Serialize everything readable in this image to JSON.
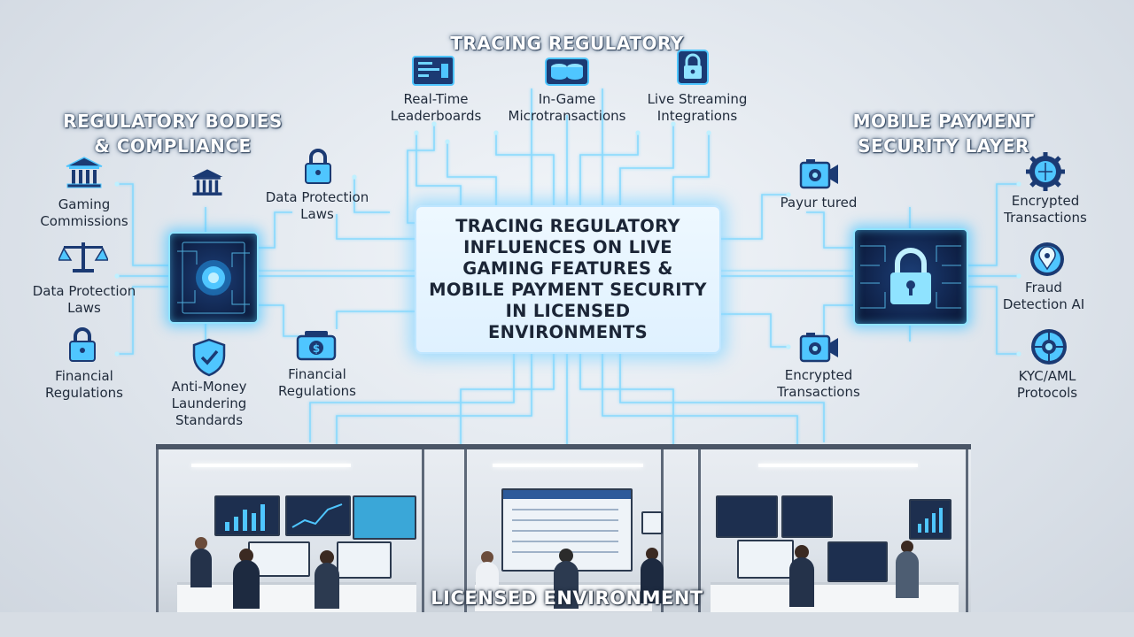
{
  "headers": {
    "top": "TRACING REGULATORY",
    "left": "REGULATORY BODIES & COMPLIANCE",
    "right": "MOBILE PAYMENT SECURITY LAYER"
  },
  "center_title": "TRACING REGULATORY INFLUENCES ON LIVE GAMING FEATURES & MOBILE PAYMENT SECURITY IN LICENSED ENVIRONMENTS",
  "top_items": [
    {
      "label": "Real-Time Leaderboards",
      "icon": "dashboard-icon"
    },
    {
      "label": "In-Game Microtransactions",
      "icon": "coins-icon"
    },
    {
      "label": "Live Streaming Integrations",
      "icon": "lock-icon"
    }
  ],
  "left_items": [
    {
      "label": "Gaming Commissions",
      "icon": "courthouse-icon"
    },
    {
      "label": "Data Protection Laws",
      "icon": "scales-icon"
    },
    {
      "label": "Financial Regulations",
      "icon": "lock-icon"
    }
  ],
  "left_inner_items": [
    {
      "label": "",
      "icon": "courthouse-icon"
    },
    {
      "label": "Anti-Money Laundering Standards",
      "icon": "shield-check-icon"
    },
    {
      "label": "Data Protection Laws",
      "icon": "lock-icon"
    },
    {
      "label": "Financial Regulations",
      "icon": "money-icon"
    }
  ],
  "right_inner_items": [
    {
      "label": "Payur tured",
      "icon": "camera-icon"
    },
    {
      "label": "Encrypted Transactions",
      "icon": "camera-icon"
    }
  ],
  "right_items": [
    {
      "label": "Encrypted Transactions",
      "icon": "gear-globe-icon"
    },
    {
      "label": "Fraud Detection AI",
      "icon": "location-pin-icon"
    },
    {
      "label": "KYC/AML Protocols",
      "icon": "network-icon"
    }
  ],
  "office_label": "LICENSED ENVIRONMENT",
  "colors": {
    "accent_glow": "#7fd8ff",
    "chip_dark": "#0f2147",
    "text_dark": "#1f2a3a"
  }
}
